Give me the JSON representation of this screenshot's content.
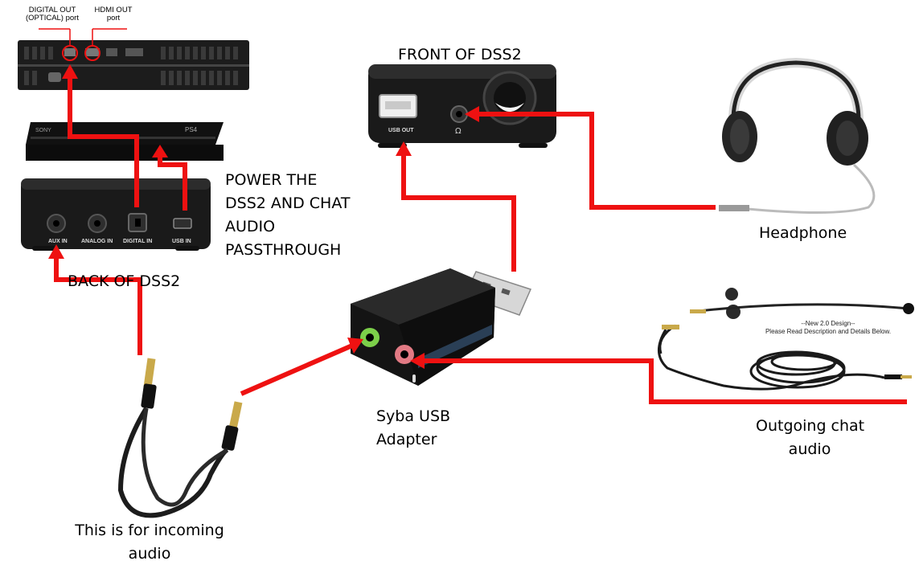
{
  "colors": {
    "arrow": "#ee1111",
    "device": "#1a1a1a",
    "accent_green": "#7ccf4a",
    "accent_pink": "#e27a84"
  },
  "labels": {
    "digital_out": [
      "DIGITAL OUT",
      "(OPTICAL) port"
    ],
    "hdmi_out": [
      "HDMI OUT",
      "port"
    ],
    "front_dss2": "FRONT OF DSS2",
    "power_note": [
      "POWER THE",
      "DSS2 AND CHAT",
      "AUDIO",
      "PASSTHROUGH"
    ],
    "back_dss2": "BACK OF DSS2",
    "headphone": "Headphone",
    "syba": [
      "Syba USB",
      "Adapter"
    ],
    "outgoing": [
      "Outgoing chat",
      "audio"
    ],
    "incoming": [
      "This is for incoming",
      "audio"
    ],
    "mic_note": [
      "--New 2.0 Design--",
      "Please Read Description and Details Below."
    ]
  },
  "device_text": {
    "back_ports": [
      "AUX IN",
      "ANALOG IN",
      "DIGITAL IN",
      "USB IN"
    ],
    "front_ports": [
      "USB OUT"
    ],
    "console_brand": "SONY",
    "console_model": "PS4"
  },
  "icons": [
    "ps4-console-icon",
    "dss2-device-icon",
    "headphone-icon",
    "usb-adapter-icon",
    "aux-cable-icon",
    "headset-mic-icon"
  ]
}
